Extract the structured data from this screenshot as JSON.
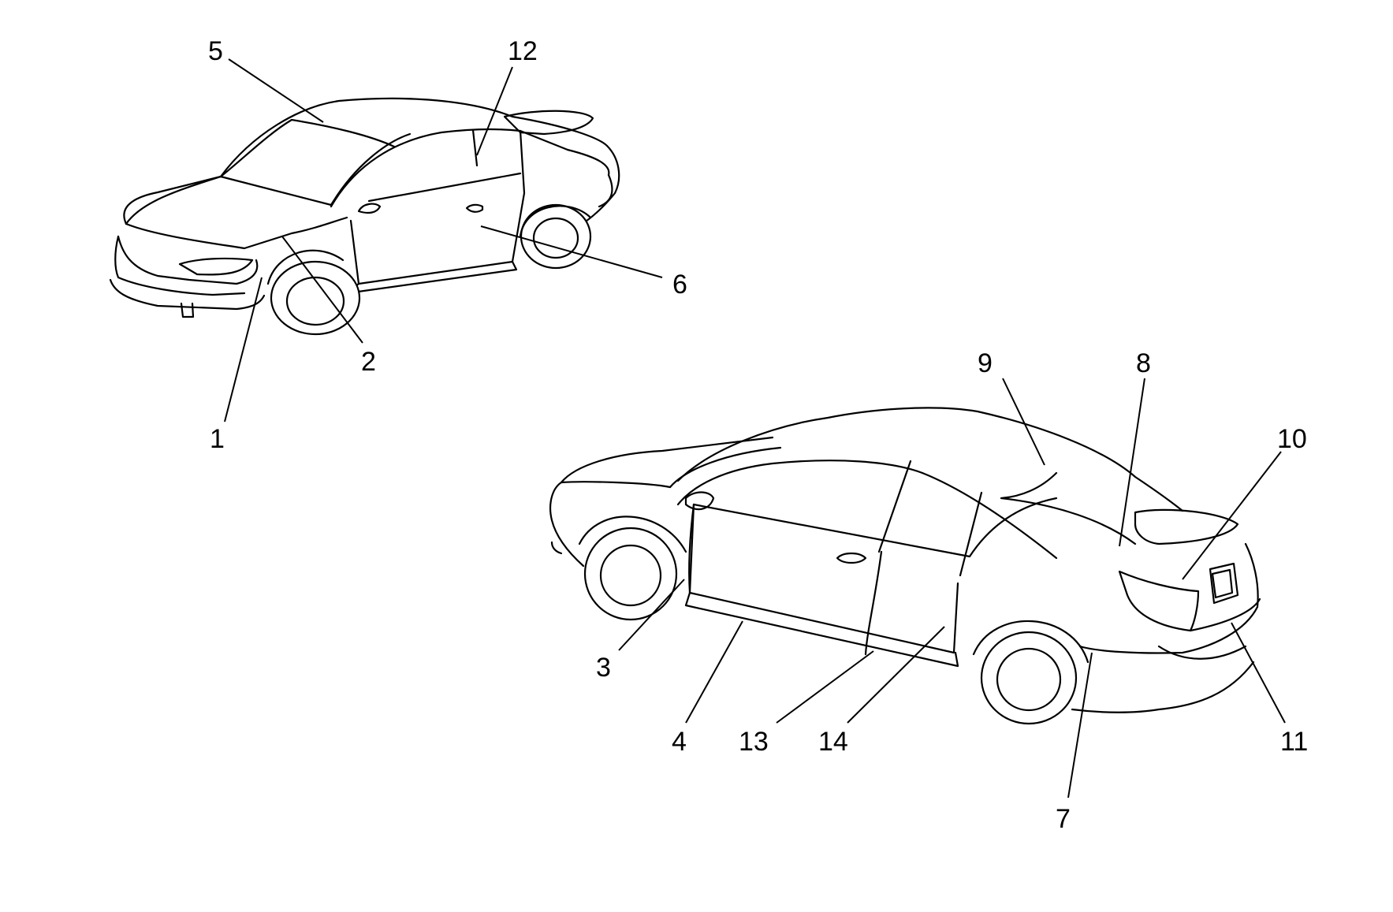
{
  "figure": {
    "views": [
      {
        "name": "front-three-quarter-view"
      },
      {
        "name": "rear-three-quarter-view"
      }
    ],
    "callouts": {
      "c1": "1",
      "c2": "2",
      "c3": "3",
      "c4": "4",
      "c5": "5",
      "c6": "6",
      "c7": "7",
      "c8": "8",
      "c9": "9",
      "c10": "10",
      "c11": "11",
      "c12": "12",
      "c13": "13",
      "c14": "14"
    },
    "colors": {
      "line": "#000000",
      "background": "#ffffff"
    }
  }
}
